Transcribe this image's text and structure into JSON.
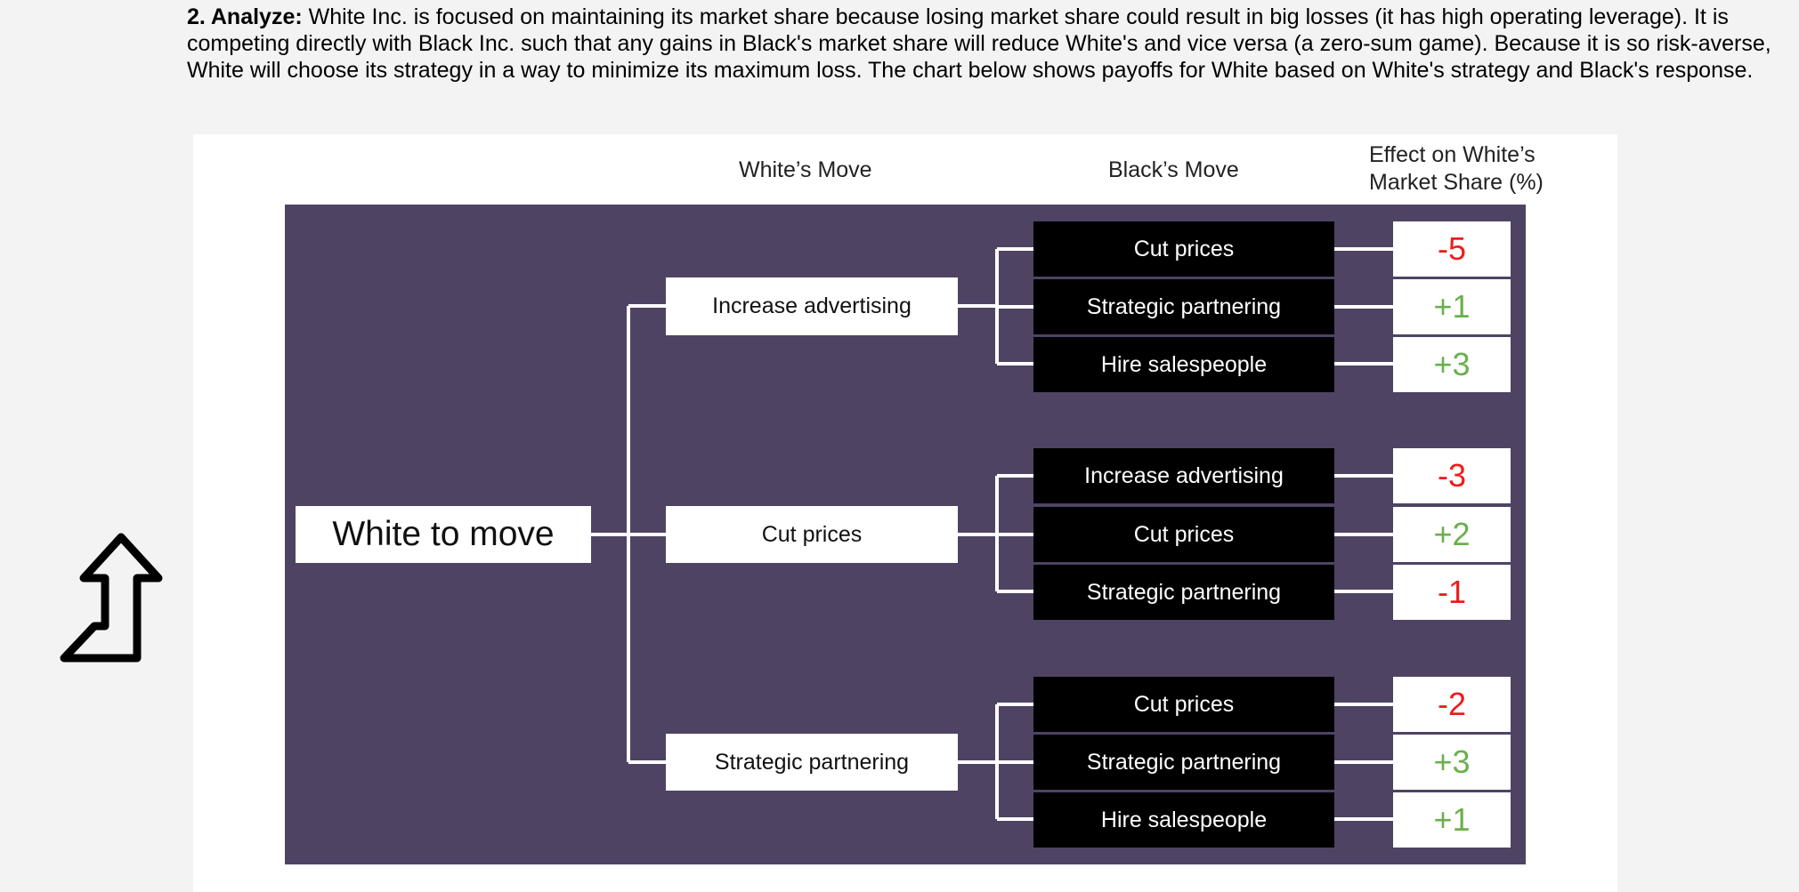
{
  "intro": {
    "label": "2. Analyze:",
    "text": " White Inc. is focused on maintaining its market share because losing market share could result in big losses (it has high operating leverage). It is competing directly with Black Inc. such that any gains in Black's market share will reduce White's and vice versa (a zero-sum game). Because it is so risk-averse, White will choose its strategy in a way to minimize its maximum loss. The chart below shows payoffs for White based on White's strategy and Black's response."
  },
  "side_icon": "up-turn-arrow-icon",
  "headers": {
    "white_move": "White’s Move",
    "black_move": "Black’s Move",
    "effect_line1": "Effect on White’s",
    "effect_line2": "Market Share (%)"
  },
  "root": "White to move",
  "colors": {
    "tree_bg": "#4f4363",
    "negative": "#ee1c1c",
    "positive": "#6ab04c"
  },
  "branches": [
    {
      "white": "Increase advertising",
      "responses": [
        {
          "black": "Cut prices",
          "payoff": "-5"
        },
        {
          "black": "Strategic partnering",
          "payoff": "+1"
        },
        {
          "black": "Hire salespeople",
          "payoff": "+3"
        }
      ]
    },
    {
      "white": "Cut prices",
      "responses": [
        {
          "black": "Increase advertising",
          "payoff": "-3"
        },
        {
          "black": "Cut prices",
          "payoff": "+2"
        },
        {
          "black": "Strategic partnering",
          "payoff": "-1"
        }
      ]
    },
    {
      "white": "Strategic partnering",
      "responses": [
        {
          "black": "Cut prices",
          "payoff": "-2"
        },
        {
          "black": "Strategic partnering",
          "payoff": "+3"
        },
        {
          "black": "Hire salespeople",
          "payoff": "+1"
        }
      ]
    }
  ]
}
